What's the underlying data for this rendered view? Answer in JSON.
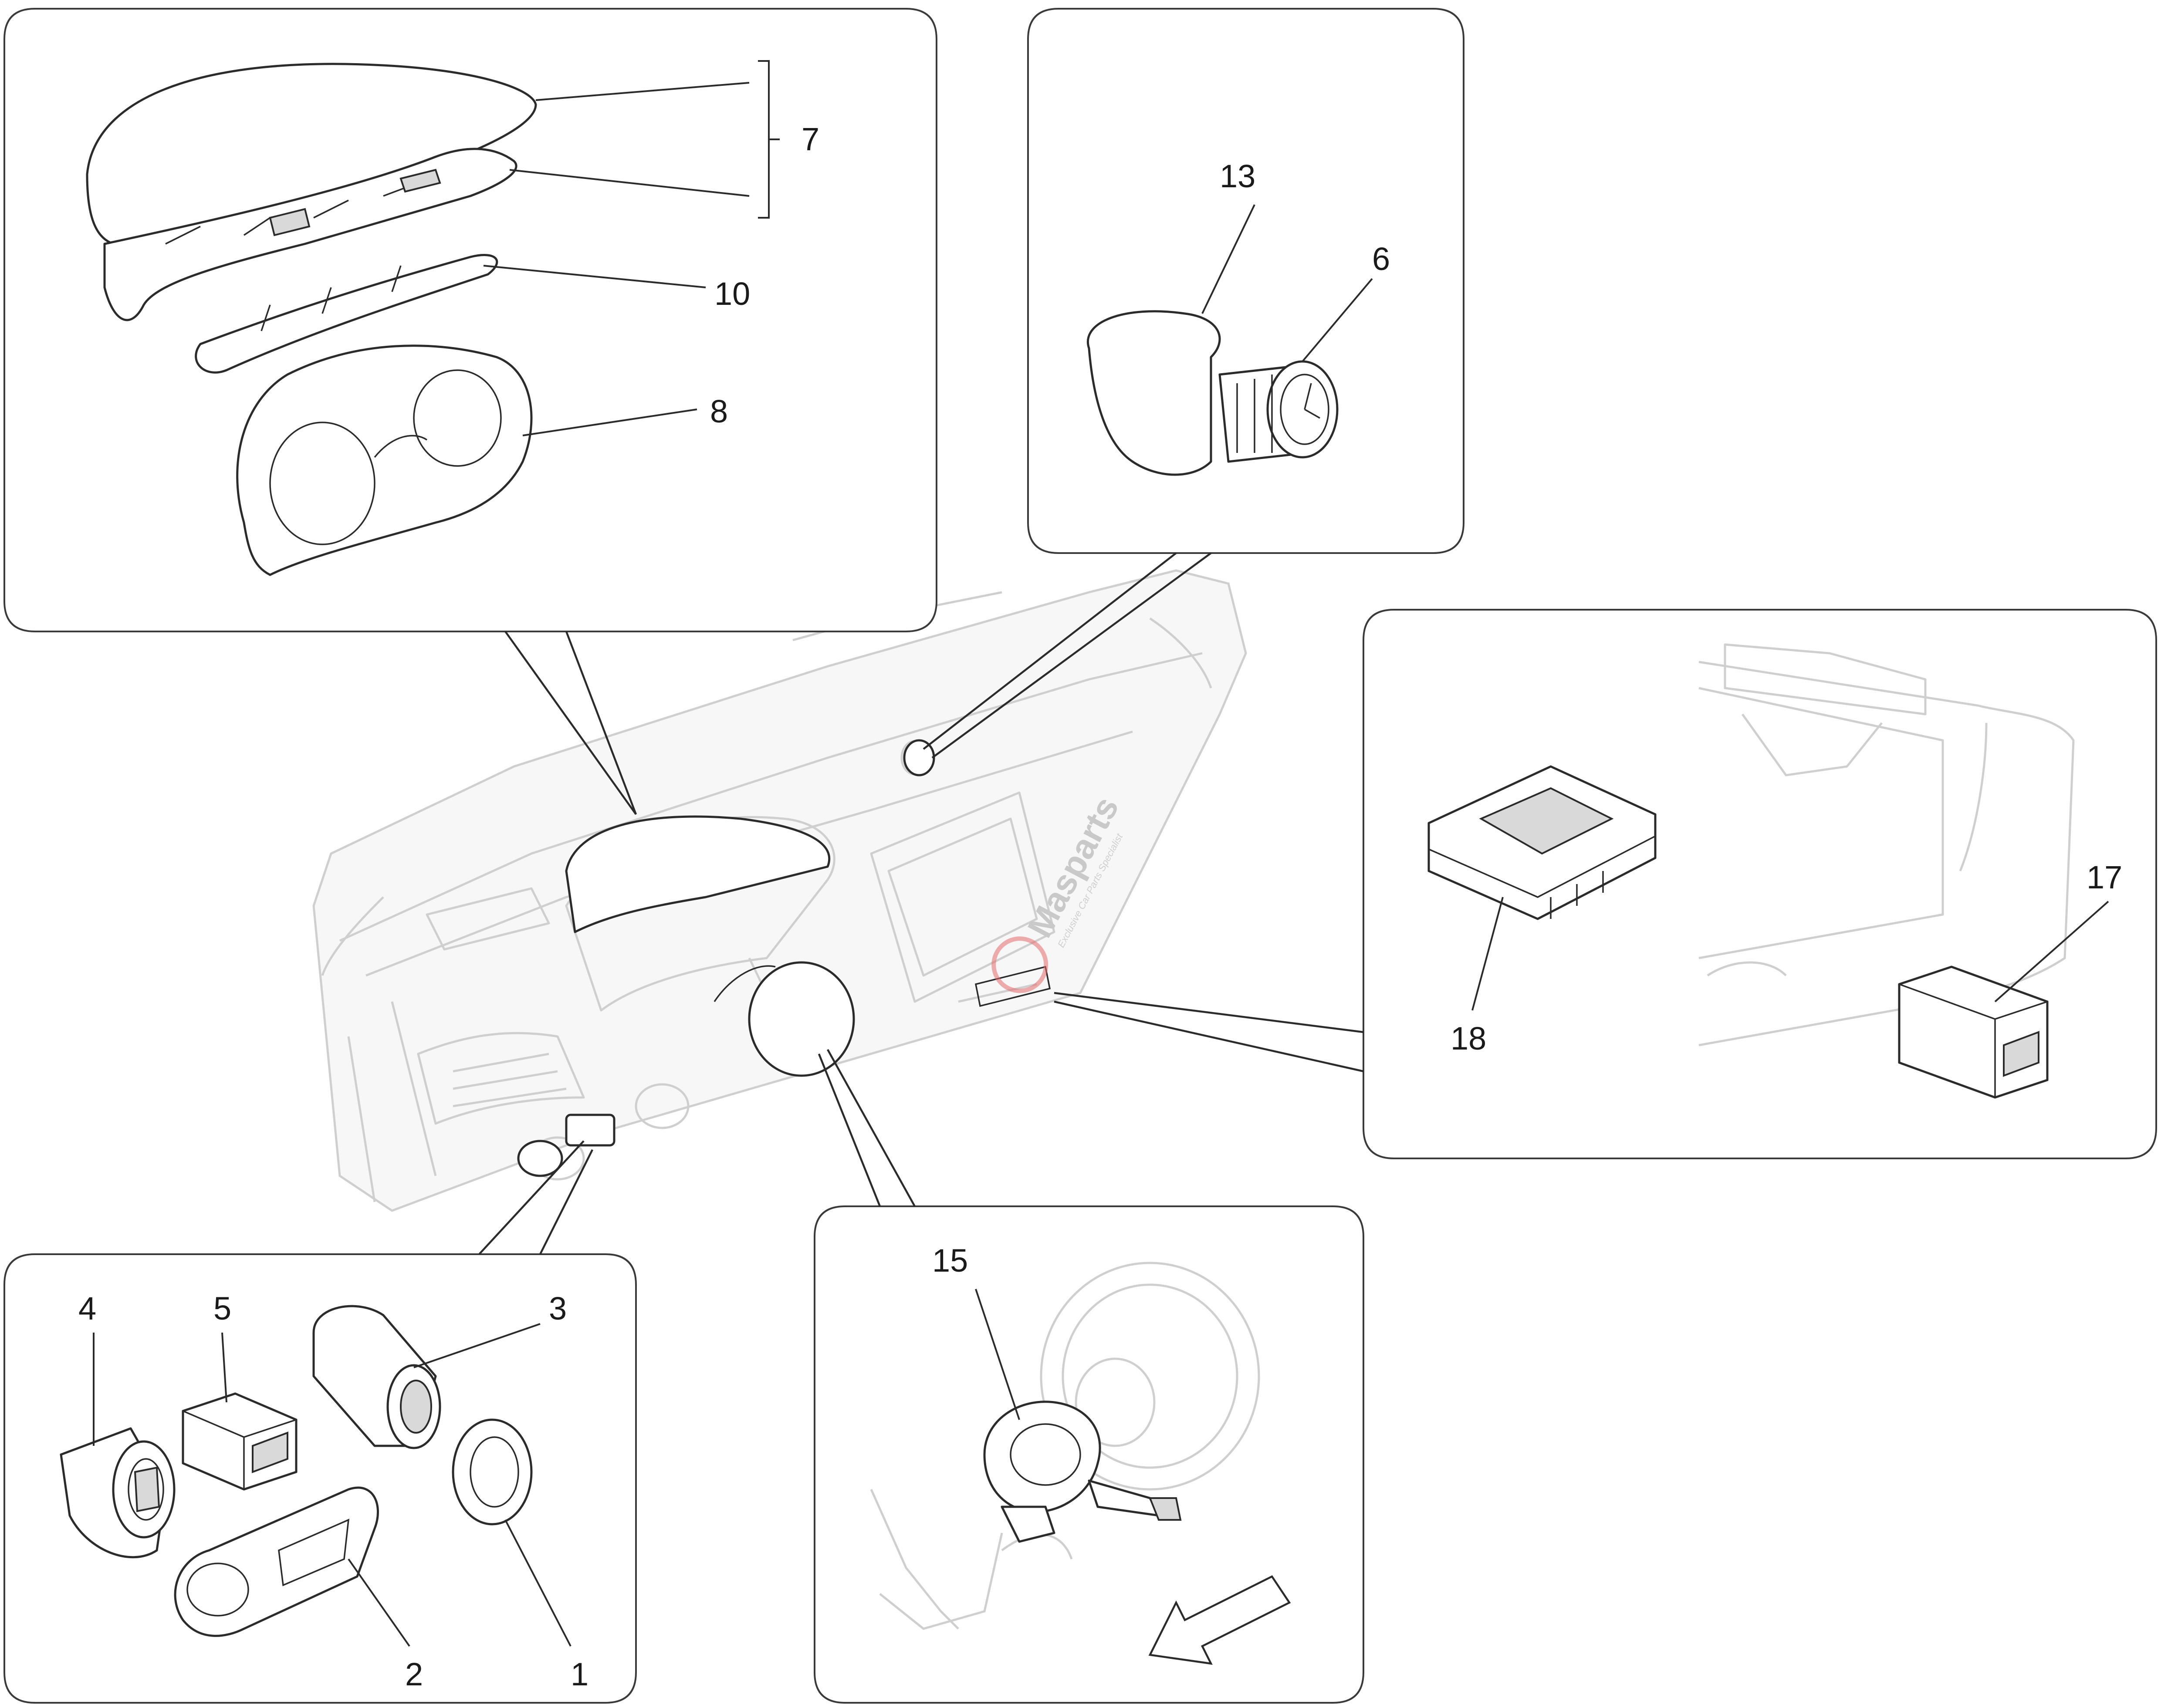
{
  "labels": {
    "l1": "1",
    "l2": "2",
    "l3": "3",
    "l4": "4",
    "l5": "5",
    "l6": "6",
    "l7": "7",
    "l8": "8",
    "l10": "10",
    "l13": "13",
    "l15": "15",
    "l17": "17",
    "l18": "18"
  },
  "watermark": {
    "brand": "Masparts",
    "tagline": "Exclusive Car Parts Specialist"
  },
  "colors": {
    "line": "#2b2b2b",
    "ghost": "#cfcfcf",
    "watermark_accent": "#e36b6b"
  }
}
